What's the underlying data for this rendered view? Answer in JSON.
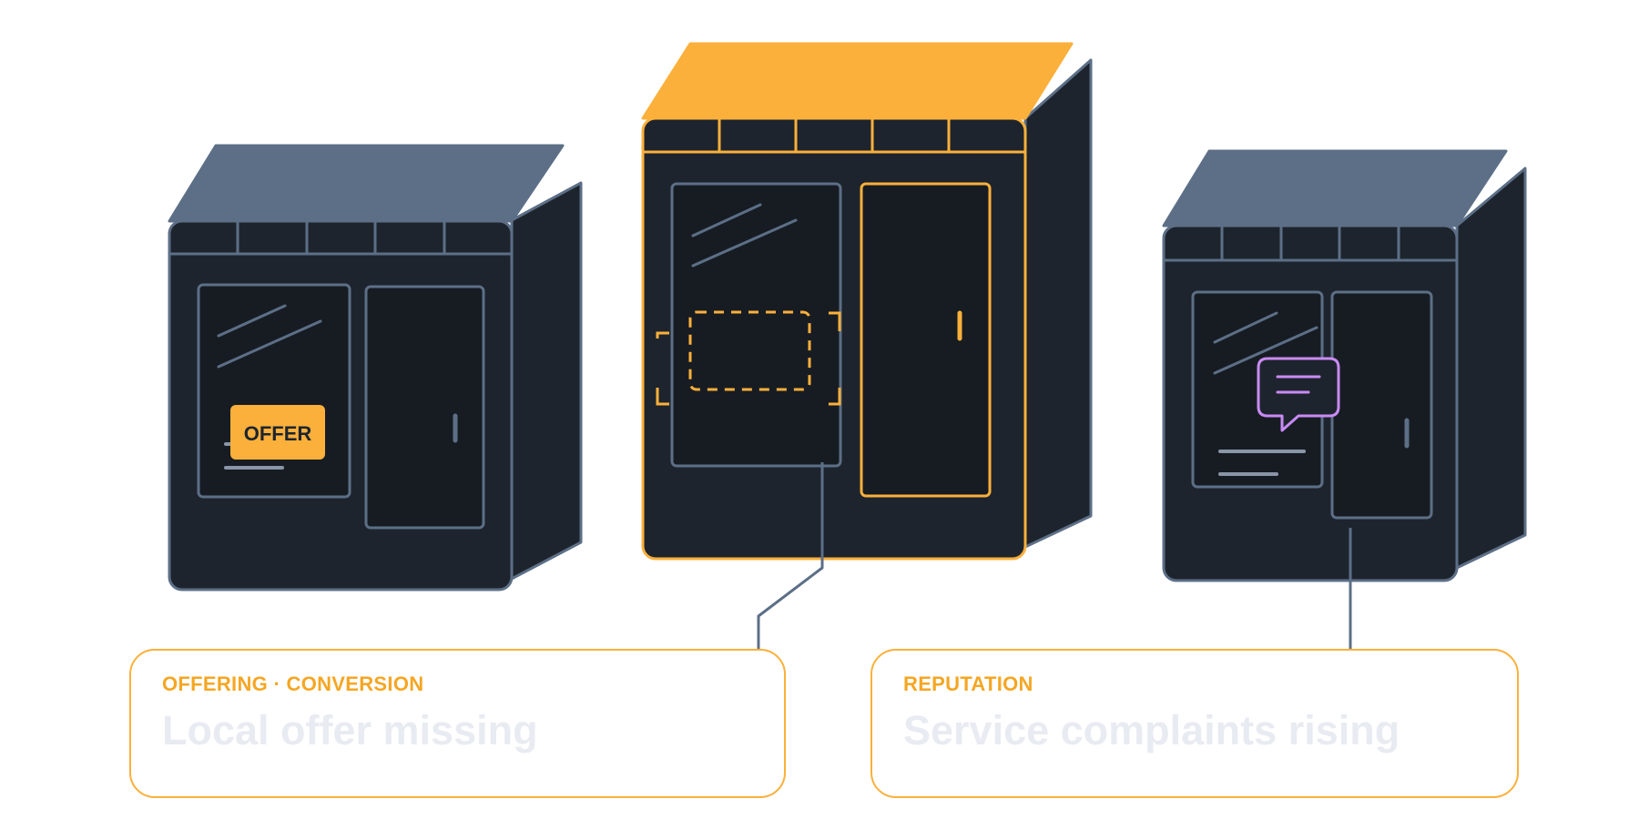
{
  "colors": {
    "accent": "#FBB03B",
    "accent_text": "#F5A623",
    "roof_gray": "#5C6F87",
    "body_dark": "#1E242D",
    "panel_dark": "#171C23",
    "outline": "#5C6F87",
    "chat_purple": "#C98BF5",
    "title_faint": "#E8EBF1"
  },
  "left_store": {
    "offer_sign": "OFFER"
  },
  "callouts": {
    "left": {
      "tag": "OFFERING · CONVERSION",
      "title": "Local offer missing"
    },
    "right": {
      "tag": "REPUTATION",
      "title": "Service complaints rising"
    }
  },
  "icons": {
    "missing_offer_frame": "dashed-frame-icon",
    "complaint": "chat-bubble-icon"
  }
}
